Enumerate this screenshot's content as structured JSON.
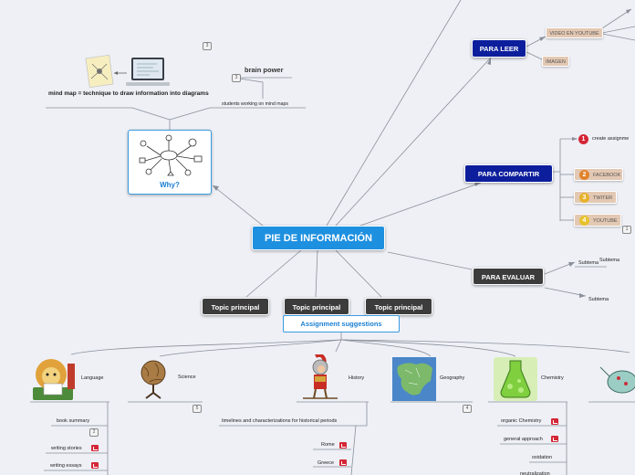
{
  "central": "PIE DE INFORMACIÓN",
  "why": {
    "label": "Why?",
    "definition": "mind map = technique to draw information into diagrams",
    "brain_power": "brain power",
    "students": "students working on mind maps",
    "count_a": "3",
    "count_b": "3"
  },
  "topics": [
    "Topic principal",
    "Topic principal",
    "Topic principal"
  ],
  "assignment": "Assignment suggestions",
  "leer": {
    "label": "PARA LEER",
    "video": "VIDEO EN YOUTUBE",
    "imagen": "IMAGEN"
  },
  "compartir": {
    "label": "PARA COMPARTIR",
    "items": [
      {
        "num": "1",
        "label": "create assignme"
      },
      {
        "num": "2",
        "label": "FACEBOOK"
      },
      {
        "num": "3",
        "label": "TWITER"
      },
      {
        "num": "4",
        "label": "YOUTUBE"
      }
    ],
    "count": "1"
  },
  "evaluar": {
    "label": "PARA EVALUAR",
    "sub1": "Subtema",
    "sub1b": "Subtema",
    "sub2": "Subtema"
  },
  "subjects": {
    "language": {
      "label": "Language",
      "items": [
        "book summary",
        "writing stories",
        "writing essays"
      ],
      "count": "2"
    },
    "science": {
      "label": "Science",
      "count": "5"
    },
    "history": {
      "label": "History",
      "items": [
        "timelines and characterizations for historical periods",
        "Rome",
        "Greece"
      ]
    },
    "geography": {
      "label": "Geography",
      "count": "4"
    },
    "chemistry": {
      "label": "Chemistry",
      "items": [
        "organic Chemistry",
        "general approach",
        "oxidation",
        "neutralization"
      ]
    }
  },
  "colors": {
    "central": "#1e90e0",
    "navy": "#0c1e9c",
    "dark": "#3c3c3c",
    "tan": "#e3c8b3",
    "red": "#d42636",
    "background": "#eef0f6"
  }
}
